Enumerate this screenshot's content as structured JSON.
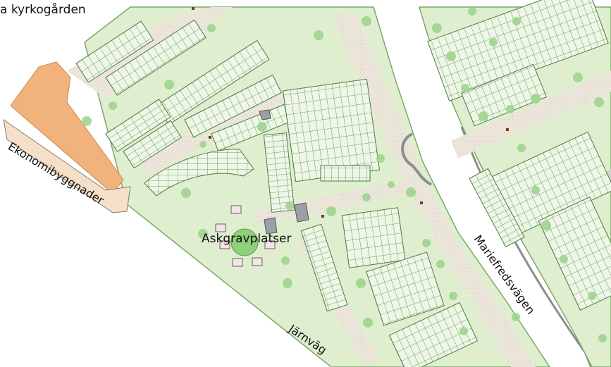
{
  "map": {
    "labels": {
      "top_left": "a kyrkogården",
      "economy_buildings": "Ekonomibyggnader",
      "ash_graves": "Askgravplatser",
      "road": "Mariefredsvägen",
      "railway": "Järnväg"
    },
    "colors": {
      "lawn": "#dfeecf",
      "lawn_edge": "#7aa86a",
      "path": "#eae4d8",
      "grave_block": "#e9f3df",
      "grave_edge": "#4c7d43",
      "tree": "#9fd48f",
      "building": "#f2b27c",
      "pavilion": "#9aa0a4",
      "road_edge": "#8d8d8d",
      "ash_circle": "#8fd07a"
    }
  }
}
